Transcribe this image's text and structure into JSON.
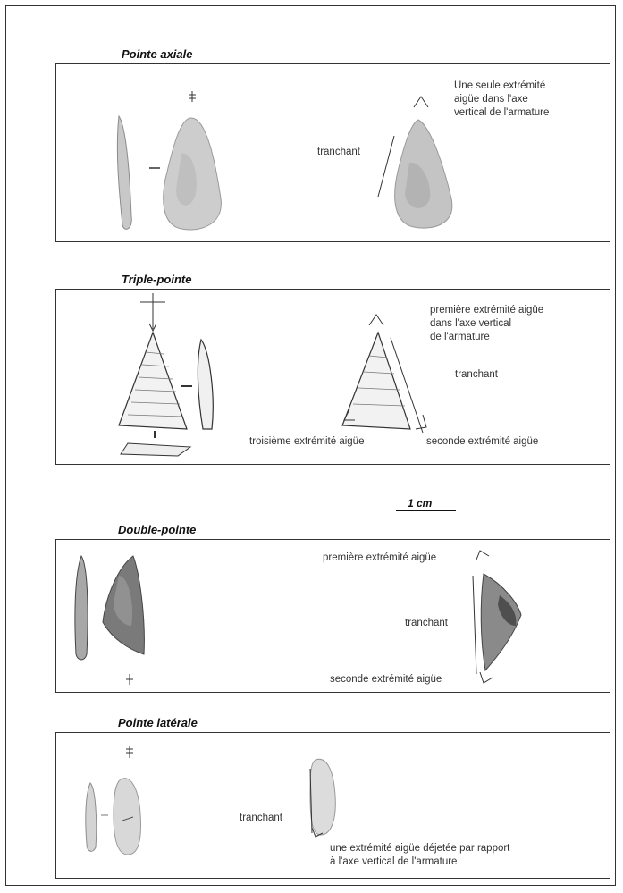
{
  "sections": {
    "axiale": {
      "title": "Pointe axiale",
      "note_lines": [
        "Une seule extrémité",
        "aigüe dans l'axe",
        "vertical de l'armature"
      ],
      "tranchant": "tranchant"
    },
    "triple": {
      "title": "Triple-pointe",
      "note_lines": [
        "première extrémité aigüe",
        "dans l'axe vertical",
        "de l'armature"
      ],
      "tranchant": "tranchant",
      "third": "troisième extrémité aigüe",
      "second": "seconde extrémité aigüe"
    },
    "double": {
      "title": "Double-pointe",
      "first": "première extrémité aigüe",
      "tranchant": "tranchant",
      "second": "seconde extrémité aigüe"
    },
    "laterale": {
      "title": "Pointe latérale",
      "tranchant": "tranchant",
      "note_lines": [
        "une extrémité aigüe déjetée par rapport",
        "à l'axe vertical de l'armature"
      ]
    }
  },
  "scale": {
    "label": "1 cm"
  },
  "colors": {
    "stone_light": "#cfcfcf",
    "stone_mid": "#a9a9a9",
    "stone_dark": "#6e6e6e",
    "line": "#333333"
  }
}
